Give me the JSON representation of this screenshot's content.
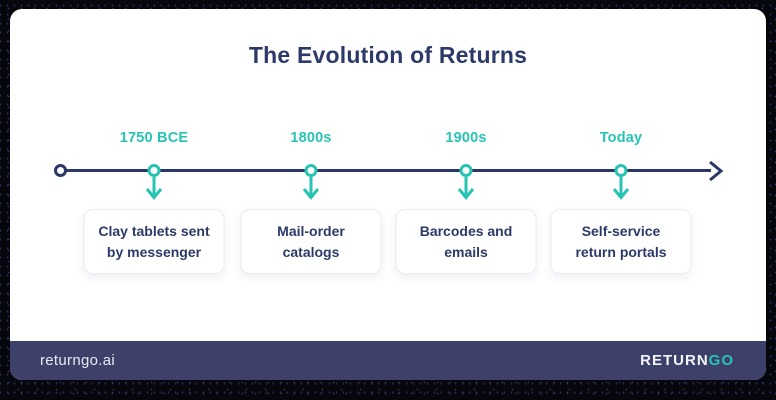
{
  "page": {
    "title": "The Evolution of Returns"
  },
  "colors": {
    "teal": "#27c4b4",
    "navy": "#2d3a69",
    "line_navy": "#2b3767",
    "footer_bg": "#3d4169",
    "footer_text": "#e9eaf2"
  },
  "timeline": {
    "milestones": [
      {
        "label": "1750 BCE",
        "line1": "Clay tablets sent",
        "line2": "by messenger"
      },
      {
        "label": "1800s",
        "line1": "Mail-order",
        "line2": "catalogs"
      },
      {
        "label": "1900s",
        "line1": "Barcodes and",
        "line2": "emails"
      },
      {
        "label": "Today",
        "line1": "Self-service",
        "line2": "return portals"
      }
    ]
  },
  "footer": {
    "site_url": "returngo.ai",
    "logo_primary": "RETURN",
    "logo_accent": "GO"
  }
}
